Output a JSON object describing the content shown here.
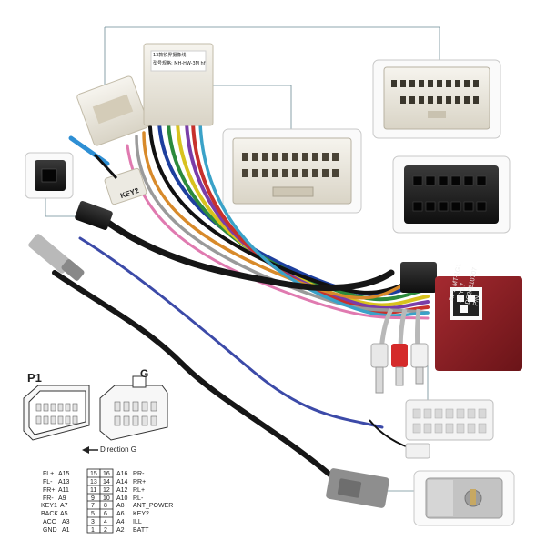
{
  "labels": {
    "p1": "P1",
    "g": "G",
    "direction": "Direction G",
    "key2": "KEY2",
    "harness_tag_1": "13款锐界摄像线",
    "harness_tag_2": "型号规格: MH-HW-3M hf"
  },
  "module_text": [
    "RPS MT-1G1",
    "SKY17",
    "DC20210707",
    "P/N"
  ],
  "pinout": {
    "left": [
      {
        "sig": "FL+",
        "pos": "A15",
        "n": "15"
      },
      {
        "sig": "FL-",
        "pos": "A13",
        "n": "13"
      },
      {
        "sig": "FR+",
        "pos": "A11",
        "n": "11"
      },
      {
        "sig": "FR-",
        "pos": "A9",
        "n": "9"
      },
      {
        "sig": "KEY1",
        "pos": "A7",
        "n": "7"
      },
      {
        "sig": "BACK",
        "pos": "A5",
        "n": "5"
      },
      {
        "sig": "ACC",
        "pos": "A3",
        "n": "3"
      },
      {
        "sig": "GND",
        "pos": "A1",
        "n": "1"
      }
    ],
    "right": [
      {
        "n": "16",
        "pos": "A16",
        "sig": "RR-"
      },
      {
        "n": "14",
        "pos": "A14",
        "sig": "RR+"
      },
      {
        "n": "12",
        "pos": "A12",
        "sig": "RL+"
      },
      {
        "n": "10",
        "pos": "A10",
        "sig": "RL-"
      },
      {
        "n": "8",
        "pos": "A8",
        "sig": "ANT_POWER"
      },
      {
        "n": "6",
        "pos": "A6",
        "sig": "KEY2"
      },
      {
        "n": "4",
        "pos": "A4",
        "sig": "ILL"
      },
      {
        "n": "2",
        "pos": "A2",
        "sig": "BATT"
      }
    ]
  },
  "colors": {
    "callout_border": "#c8c8c8",
    "callout_line": "#6b8b95",
    "connector_white": "#efece4",
    "connector_black": "#1e1e1e",
    "module_red": "#8a1c22",
    "wire_black": "#161616",
    "wire_blue": "#3c4aa8"
  }
}
